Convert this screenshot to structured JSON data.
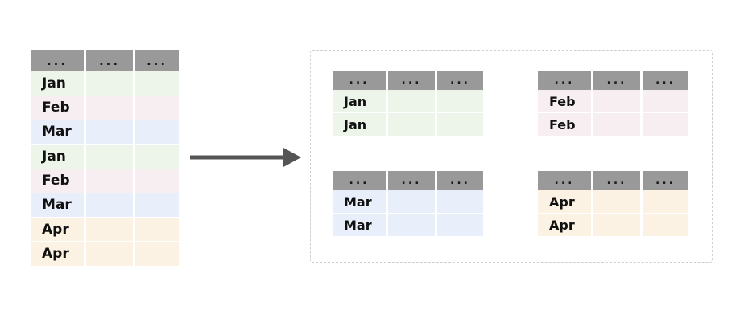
{
  "diagram": {
    "title_text": "",
    "header_dots": "...",
    "arrow": {
      "icon": "right-arrow-icon",
      "color": "#555555"
    },
    "group_container": {
      "border_color": "#cfcfcf",
      "border_style": "dashed"
    },
    "colors": {
      "header_fill": "#999999",
      "header_text": "#1a1a1a",
      "cell_text": "#111111",
      "jan": "#edf5ea",
      "feb": "#f6eef1",
      "mar": "#e8eefa",
      "apr": "#fbf2e3",
      "page_background": "#ffffff"
    }
  },
  "source_table": {
    "name": "source-table",
    "columns": [
      "...",
      "...",
      "..."
    ],
    "rows": [
      {
        "label": "Jan",
        "group": "jan",
        "color": "#edf5ea"
      },
      {
        "label": "Feb",
        "group": "feb",
        "color": "#f6eef1"
      },
      {
        "label": "Mar",
        "group": "mar",
        "color": "#e8eefa"
      },
      {
        "label": "Jan",
        "group": "jan",
        "color": "#edf5ea"
      },
      {
        "label": "Feb",
        "group": "feb",
        "color": "#f6eef1"
      },
      {
        "label": "Mar",
        "group": "mar",
        "color": "#e8eefa"
      },
      {
        "label": "Apr",
        "group": "apr",
        "color": "#fbf2e3"
      },
      {
        "label": "Apr",
        "group": "apr",
        "color": "#fbf2e3"
      }
    ]
  },
  "grouped_tables": [
    {
      "name": "subtable-jan",
      "group": "jan",
      "color": "#edf5ea",
      "columns": [
        "...",
        "...",
        "..."
      ],
      "rows": [
        {
          "label": "Jan"
        },
        {
          "label": "Jan"
        }
      ]
    },
    {
      "name": "subtable-feb",
      "group": "feb",
      "color": "#f6eef1",
      "columns": [
        "...",
        "...",
        "..."
      ],
      "rows": [
        {
          "label": "Feb"
        },
        {
          "label": "Feb"
        }
      ]
    },
    {
      "name": "subtable-mar",
      "group": "mar",
      "color": "#e8eefa",
      "columns": [
        "...",
        "...",
        "..."
      ],
      "rows": [
        {
          "label": "Mar"
        },
        {
          "label": "Mar"
        }
      ]
    },
    {
      "name": "subtable-apr",
      "group": "apr",
      "color": "#fbf2e3",
      "columns": [
        "...",
        "...",
        "..."
      ],
      "rows": [
        {
          "label": "Apr"
        },
        {
          "label": "Apr"
        }
      ]
    }
  ]
}
